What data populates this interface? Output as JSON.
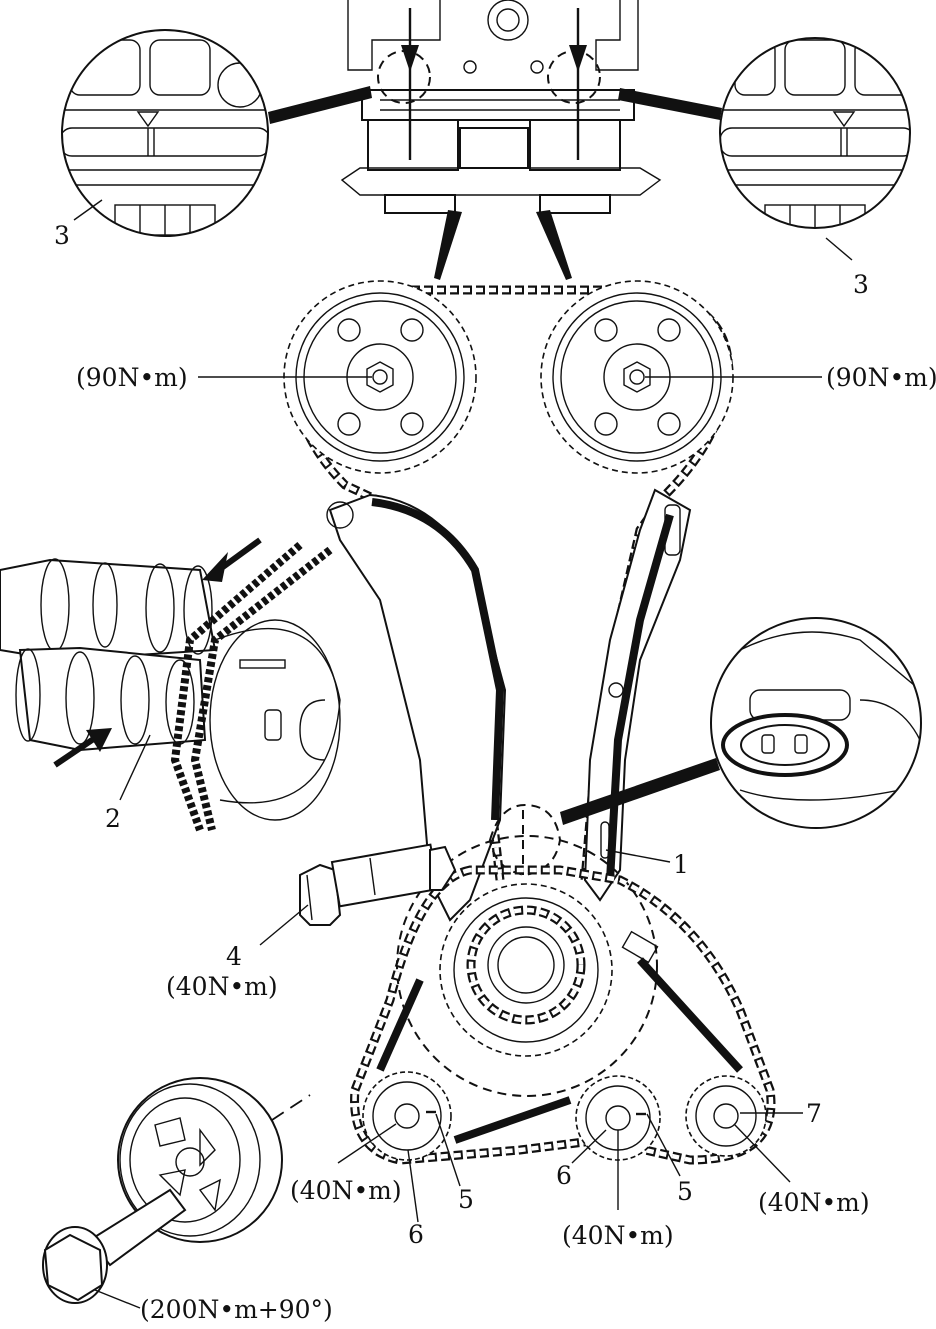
{
  "labels": {
    "callout_3_left": "3",
    "callout_3_right": "3",
    "torque_cam_left": "(90N•m)",
    "torque_cam_right": "(90N•m)",
    "callout_2": "2",
    "callout_1": "1",
    "callout_4": "4",
    "torque_4": "(40N•m)",
    "torque_5_left": "(40N•m)",
    "callout_5_left": "5",
    "callout_6_left": "6",
    "callout_6_right": "6",
    "callout_5_right": "5",
    "torque_center": "(40N•m)",
    "callout_7": "7",
    "torque_7": "(40N•m)",
    "torque_crank_bolt": "(200N•m+90°)"
  },
  "colors": {
    "ink": "#111111",
    "paper": "#ffffff"
  }
}
